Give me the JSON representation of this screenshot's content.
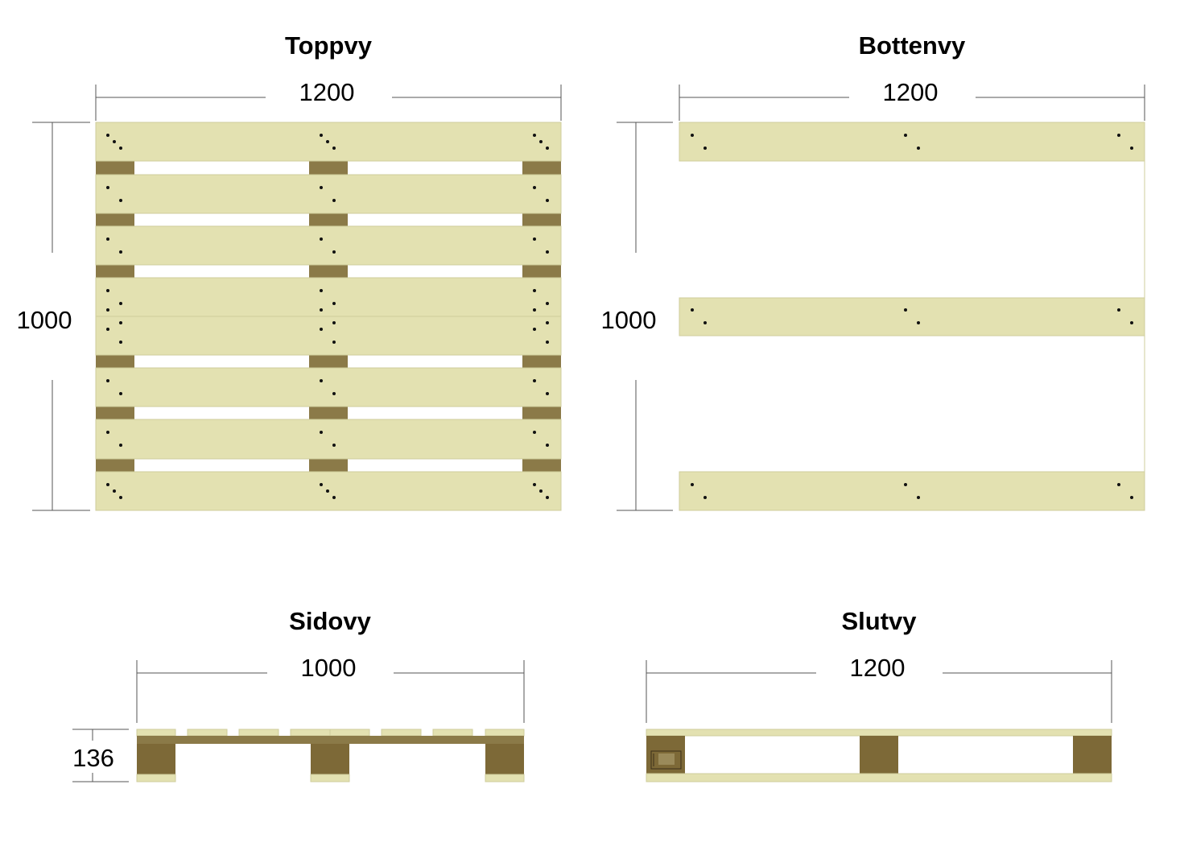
{
  "views": {
    "top": {
      "title": "Toppvy",
      "width_label": "1200",
      "height_label": "1000"
    },
    "bottom": {
      "title": "Bottenvy",
      "width_label": "1200",
      "height_label": "1000"
    },
    "side": {
      "title": "Sidovy",
      "width_label": "1000",
      "height_label": "136"
    },
    "end": {
      "title": "Slutvy",
      "width_label": "1200"
    }
  },
  "colors": {
    "board": "#e3e1b1",
    "block": "#8b7a48",
    "block_dark": "#7d6937",
    "nail": "#111111",
    "dimension_line": "#555555"
  }
}
